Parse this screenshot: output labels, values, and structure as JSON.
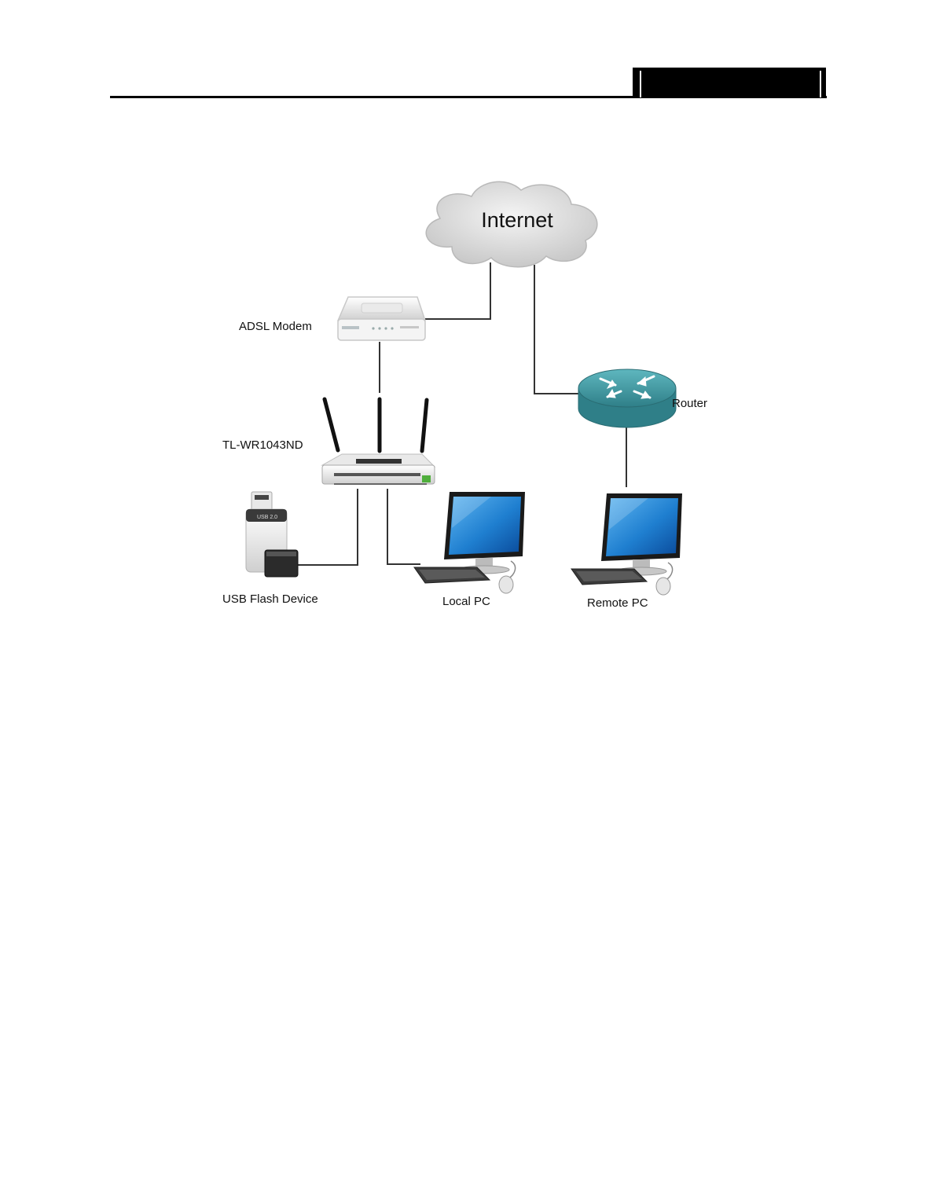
{
  "diagram": {
    "labels": {
      "internet": "Internet",
      "adsl_modem": "ADSL Modem",
      "router_device": "TL-WR1043ND",
      "remote_router": "Router",
      "usb_device": "USB Flash Device",
      "local_pc": "Local PC",
      "remote_pc": "Remote PC"
    },
    "usb_stick_text": "USB 2.0",
    "colors": {
      "cloud": "#e4e4e4",
      "router_teal": "#3f9aa3",
      "screen_blue": "#1f7fd0",
      "line": "#333333"
    },
    "icons": [
      "cloud-icon",
      "modem-icon",
      "wireless-router-icon",
      "router-icon",
      "usb-flash-icon",
      "desktop-pc-icon"
    ]
  }
}
